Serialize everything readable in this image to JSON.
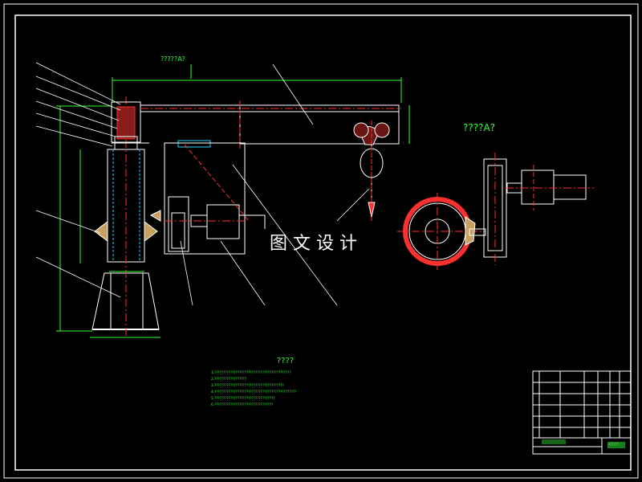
{
  "view_labels": {
    "top_left": "?????A?",
    "side_view": "????A?"
  },
  "watermark": "图 文 设 计",
  "notes": {
    "title": "????",
    "lines": [
      "1.???????????????????????????????????????????",
      "2.??????????????????",
      "3.???????????????????????????????????????",
      "4.??????????????????????????????????????????????",
      "5.??????????????????????????????????",
      "6.?????????????????????????????????"
    ]
  },
  "title_block": {
    "drawing_name": "??????"
  },
  "colors": {
    "background": "#000000",
    "outline": "#ffffff",
    "centerline": "#ff3030",
    "dimension": "#35ff35",
    "hidden": "#22d3ff"
  }
}
